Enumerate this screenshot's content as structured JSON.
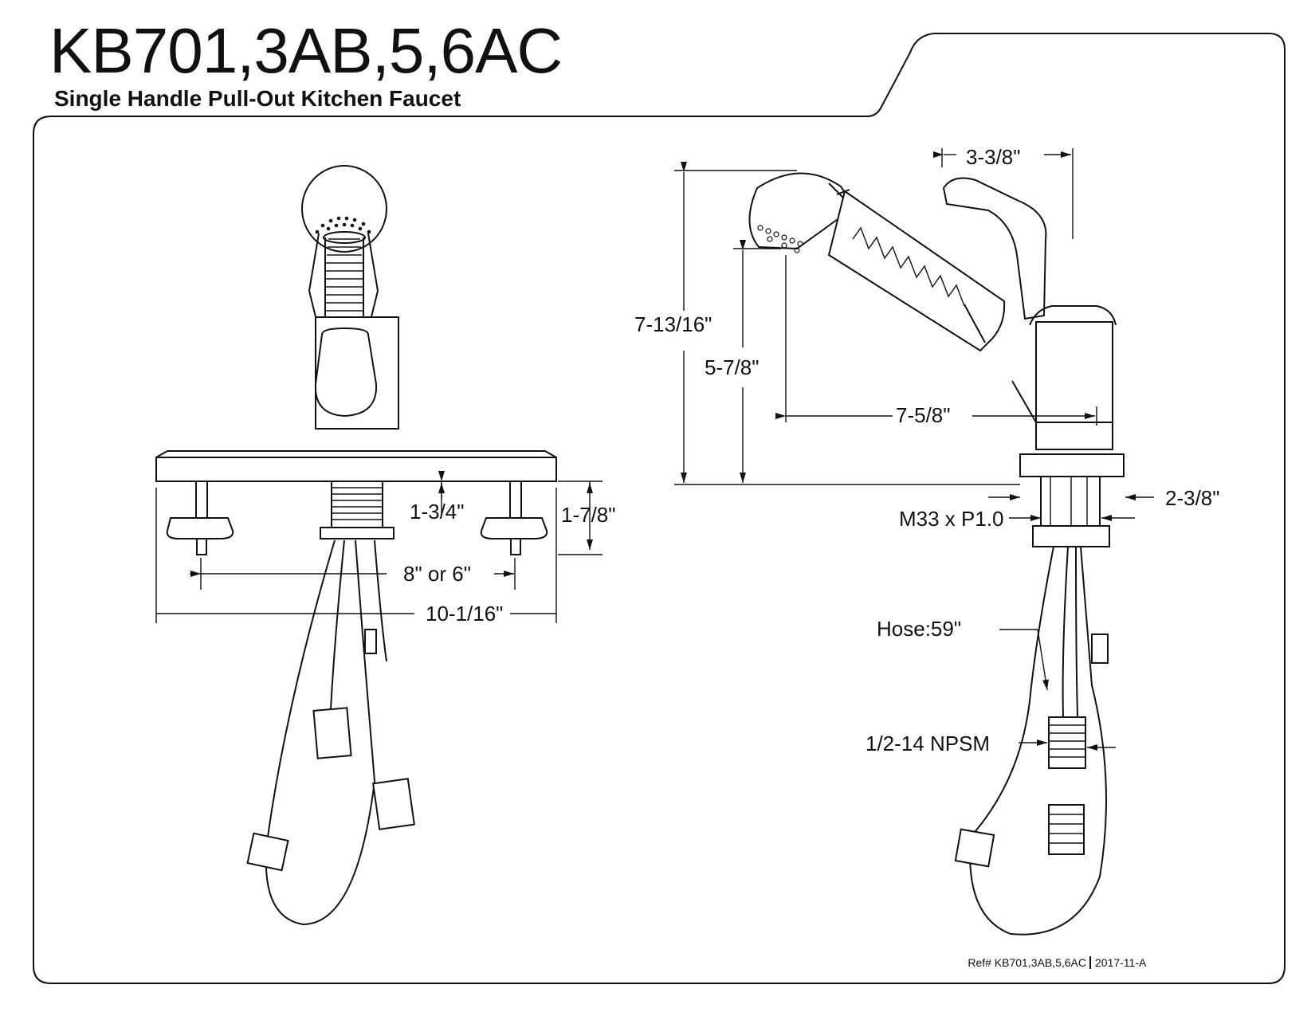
{
  "header": {
    "model": "KB701,3AB,5,6AC",
    "description": "Single Handle Pull-Out Kitchen Faucet"
  },
  "dimensions": {
    "front": {
      "shank_length": "1-3/4\"",
      "mount_bolt_length": "1-7/8\"",
      "hole_spacing": "8\" or 6\"",
      "deckplate_width": "10-1/16\""
    },
    "side": {
      "handle_depth": "3-3/8\"",
      "overall_height": "7-13/16\"",
      "spout_height": "5-7/8\"",
      "spout_reach": "7-5/8\"",
      "base_diameter": "2-3/8\"",
      "thread": "M33 x P1.0",
      "hose": "Hose:59\"",
      "connection": "1/2-14 NPSM"
    }
  },
  "footer": {
    "ref": "Ref# KB701,3AB,5,6AC",
    "revision": "2017-11-A"
  }
}
